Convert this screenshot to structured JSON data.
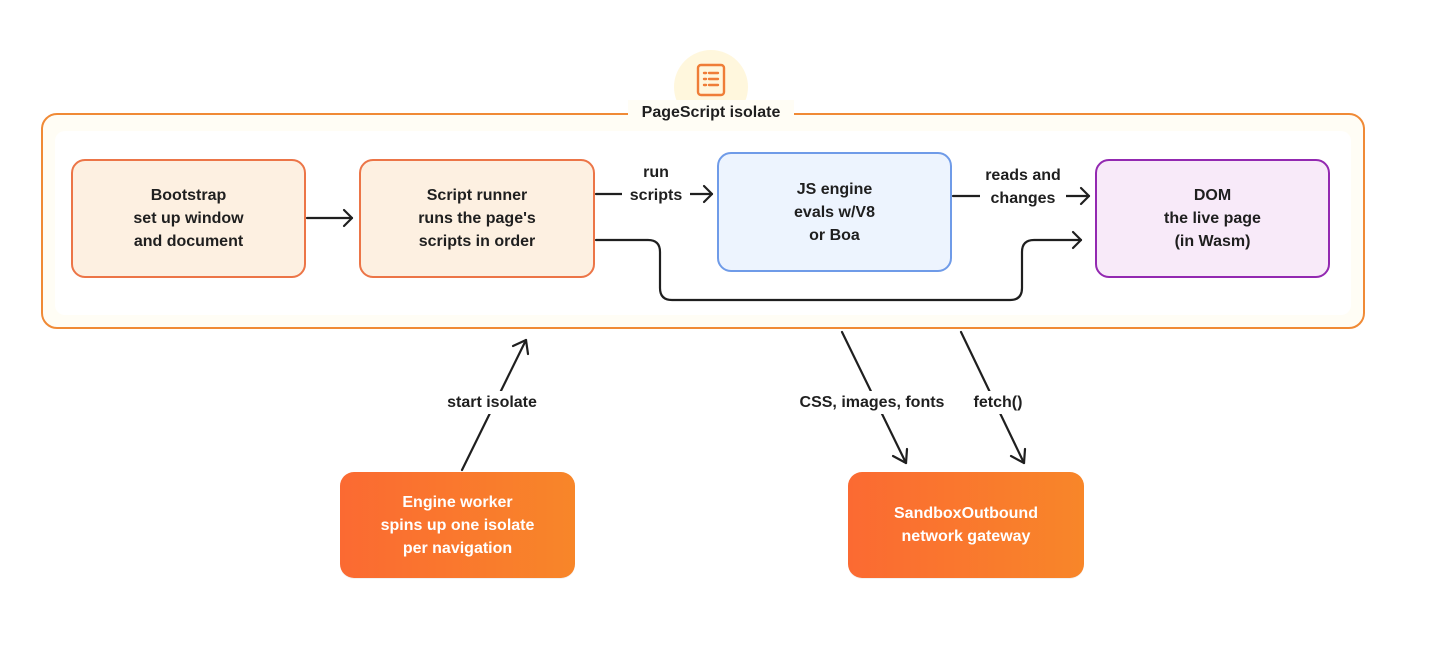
{
  "isolate": {
    "title": "PageScript isolate",
    "icon": "document-list-icon"
  },
  "nodes": {
    "bootstrap": {
      "lines": [
        "Bootstrap",
        "set up window",
        "and document"
      ]
    },
    "script_runner": {
      "lines": [
        "Script runner",
        "runs the page's",
        "scripts in order"
      ]
    },
    "js_engine": {
      "lines": [
        "JS engine",
        "evals w/V8",
        "or Boa"
      ]
    },
    "dom": {
      "lines": [
        "DOM",
        "the live page",
        "(in Wasm)"
      ]
    },
    "engine_worker": {
      "lines": [
        "Engine worker",
        "spins up one isolate",
        "per navigation"
      ]
    },
    "sandbox_outbound": {
      "lines": [
        "SandboxOutbound",
        "network gateway"
      ]
    }
  },
  "edges": {
    "run_scripts": [
      "run",
      "scripts"
    ],
    "reads_and_changes": [
      "reads and",
      "changes"
    ],
    "start_isolate": "start isolate",
    "css_images_fonts": "CSS, images, fonts",
    "fetch": "fetch()"
  },
  "colors": {
    "frame_border": "#f08a36",
    "frame_fill": "#fffdf5",
    "light_orange_fill": "#fdf0e1",
    "light_orange_border": "#ec7547",
    "blue_fill": "#edf4fe",
    "blue_border": "#6f9be8",
    "purple_fill": "#f8eaf9",
    "purple_border": "#9329b1",
    "solid_orange_start": "#fb6a32",
    "solid_orange_end": "#f88629",
    "arrow": "#1f1f1f"
  }
}
